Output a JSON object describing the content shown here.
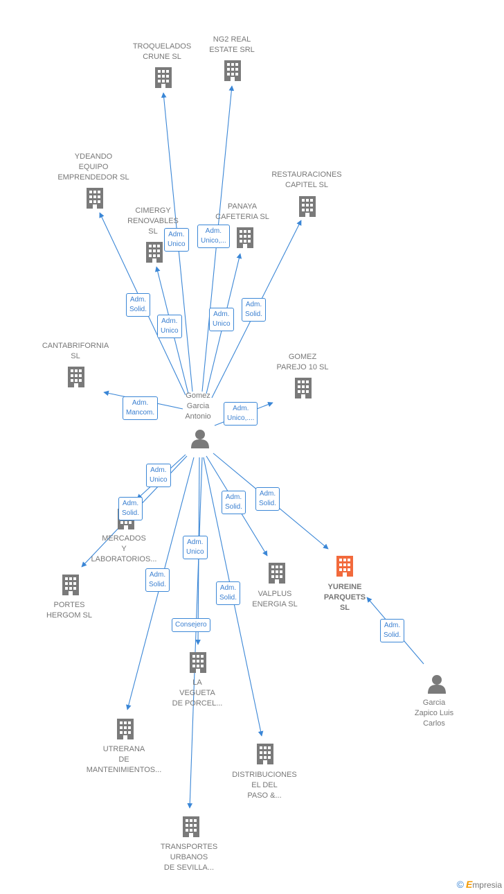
{
  "colors": {
    "edge": "#3a86d6",
    "node": "#7a7a7a",
    "main_node": "#f26a3c"
  },
  "nodes": {
    "troquelados": "TROQUELADOS\nCRUNE  SL",
    "ng2": "NG2 REAL\nESTATE SRL",
    "ydeando": "YDEANDO\nEQUIPO\nEMPRENDEDOR SL",
    "restauraciones": "RESTAURACIONES\nCAPITEL  SL",
    "cimergy": "CIMERGY\nRENOVABLES\nSL",
    "panaya": "PANAYA\nCAFETERIA  SL",
    "cantabrifornia": "CANTABRIFORNIA\nSL",
    "gomezparejo": "GOMEZ\nPAREJO 10  SL",
    "mercados": "MERCADOS\nY\nLABORATORIOS...",
    "portes": "PORTES\nHERGOM SL",
    "valplus": "VALPLUS\nENERGIA  SL",
    "yureine": "YUREINE\nPARQUETS\nSL",
    "vegueta": "LA\nVEGUETA\nDE PORCEL...",
    "utrerana": "UTRERANA\nDE\nMANTENIMIENTOS...",
    "distribuciones": "DISTRIBUCIONES\nEL DEL\nPASO &...",
    "transportes": "TRANSPORTES\nURBANOS\nDE SEVILLA...",
    "gomez_garcia": "Gomez\nGarcia\nAntonio",
    "garcia_zapico": "Garcia\nZapico Luis\nCarlos"
  },
  "edge_labels": {
    "troquelados": "Adm.\nUnico",
    "ng2": "Adm.\nUnico,...",
    "ydeando": "Adm.\nSolid.",
    "cimergy": "Adm.\nUnico",
    "panaya": "Adm.\nUnico",
    "restauraciones": "Adm.\nSolid.",
    "cantabrifornia": "Adm.\nMancom.",
    "gomezparejo": "Adm.\nUnico,....",
    "mercados": "Adm.\nUnico",
    "portes": "Adm.\nSolid.",
    "vegueta_unico": "Adm.\nUnico",
    "utrerana": "Adm.\nSolid.",
    "valplus": "Adm.\nSolid.",
    "yureine": "Adm.\nSolid.",
    "distribuciones": "Adm.\nSolid.",
    "consejero": "Consejero",
    "garcia_yureine": "Adm.\nSolid."
  },
  "footer": {
    "copyright": "©",
    "brand_e": "E",
    "brand_rest": "mpresia"
  }
}
